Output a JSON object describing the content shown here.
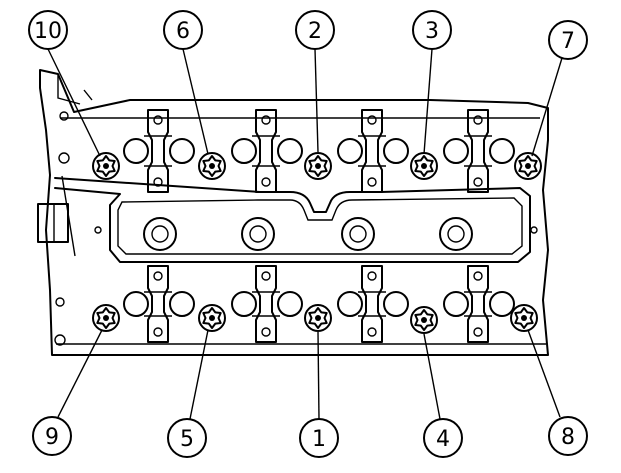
{
  "diagram": {
    "subject": "cylinder head bolt tightening sequence",
    "callouts": {
      "b1": "1",
      "b2": "2",
      "b3": "3",
      "b4": "4",
      "b5": "5",
      "b6": "6",
      "b7": "7",
      "b8": "8",
      "b9": "9",
      "b10": "10"
    },
    "icon": "torx-bolt-head-icon",
    "colors": {
      "ink": "#000000",
      "paper": "#ffffff"
    }
  }
}
